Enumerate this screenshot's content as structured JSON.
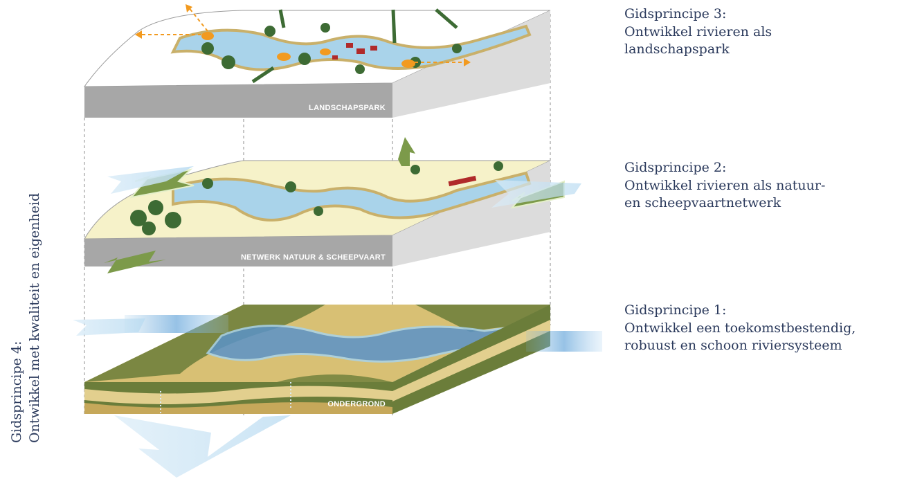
{
  "side_label": {
    "line1": "Gidsprincipe 4:",
    "line2": "Ontwikkel met kwaliteit en eigenheid"
  },
  "principles": [
    {
      "title": "Gidsprincipe 3:",
      "lines": [
        "Ontwikkel rivieren als",
        "landschapspark"
      ]
    },
    {
      "title": "Gidsprincipe 2:",
      "lines": [
        "Ontwikkel rivieren als natuur-",
        "en scheepvaartnetwerk"
      ]
    },
    {
      "title": "Gidsprincipe 1:",
      "lines": [
        "Ontwikkel een toekomstbestendig,",
        "robuust en schoon riviersysteem"
      ]
    }
  ],
  "layers": {
    "top": "LANDSCHAPSPARK",
    "middle": "NETWERK NATUUR & SCHEEPVAART",
    "bottom": "ONDERGROND"
  },
  "colors": {
    "text": "#2b3a5c",
    "layer_side": "#a8a8a8",
    "water": "#a9d3ea",
    "green_arrow": "#7c9a4a",
    "orange_arrow": "#f29a1f",
    "forest": "#3d6b34"
  }
}
